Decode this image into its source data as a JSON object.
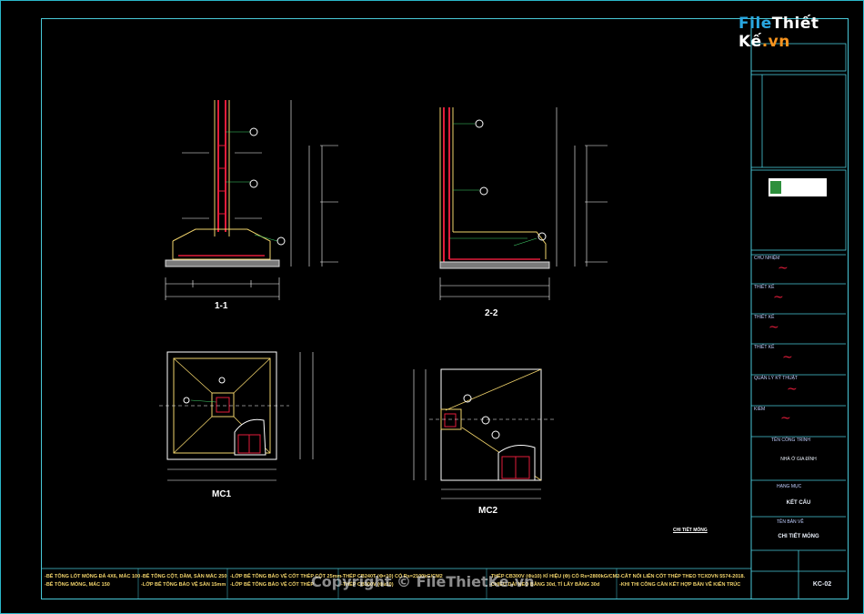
{
  "logo": {
    "part1": "File",
    "part2": "Thiết Kế",
    "part3": ".vn"
  },
  "drawing_labels": {
    "section_1": "1-1",
    "section_2": "2-2",
    "plan_1": "MC1",
    "plan_2": "MC2",
    "detail_title": "CHI TIẾT MÓNG"
  },
  "title_block": {
    "designer_cap": "CHỦ NHIỆM",
    "design_cap": "THIẾT KẾ",
    "draw_cap": "THIẾT KẾ",
    "check_cap": "THIẾT KẾ",
    "qa_cap": "QUẢN LÝ KỸ THUẬT",
    "approve_cap": "KIỂM",
    "project_cap": "TÊN CÔNG TRÌNH",
    "project_name": "NHÀ Ở GIA ĐÌNH",
    "category_cap": "HẠNG MỤC",
    "category": "KẾT CẤU",
    "sheet_cap": "TÊN BẢN VẼ",
    "sheet_name": "CHI TIẾT MÓNG",
    "sheet_no": "KC-02"
  },
  "notes": [
    {
      "l1": "-BÊ TÔNG LÓT MÓNG ĐÁ 4X6, MÁC 100",
      "l2": "-BÊ TÔNG MÓNG, MÁC 150"
    },
    {
      "l1": "-BÊ TÔNG CỘT, DẦM, SÀN MÁC 250",
      "l2": "-LỚP BÊ TÔNG BẢO VỆ SÀN 15mm"
    },
    {
      "l1": "-LỚP BÊ TÔNG BẢO VỆ CỐT THÉP CỘT 25mm",
      "l2": "-LỚP BÊ TÔNG BẢO VỆ CỐT THÉP"
    },
    {
      "l1": "-THÉP CB240T (Φ<10) CÓ Rs=2100kG/CM2",
      "l2": "-THÉP CB300V (Φ≥10)"
    },
    {
      "l1": "-THÉP CB300V (Φ≥10) KÍ HIỆU (Φ) CÓ Rs=2800kG/CM2",
      "l2": "-CHIỀU DÀI NEO BẰNG 30d, TÍ LẤY BẰNG 30d"
    },
    {
      "l1": "-CẮT NỐI LIÊN CỐT THÉP THEO TCXDVN 5574-2018.",
      "l2": "-KHI THI CÔNG CẦN KẾT HỢP BẢN VẼ KIẾN TRÚC"
    }
  ],
  "watermark": "Copyright © FileThietKe.vn",
  "colors": {
    "frame": "#49c9d9",
    "rebar": "#e21c3a",
    "concrete": "#f1d36b",
    "dim": "#ffffff",
    "leader": "#42d36b"
  }
}
